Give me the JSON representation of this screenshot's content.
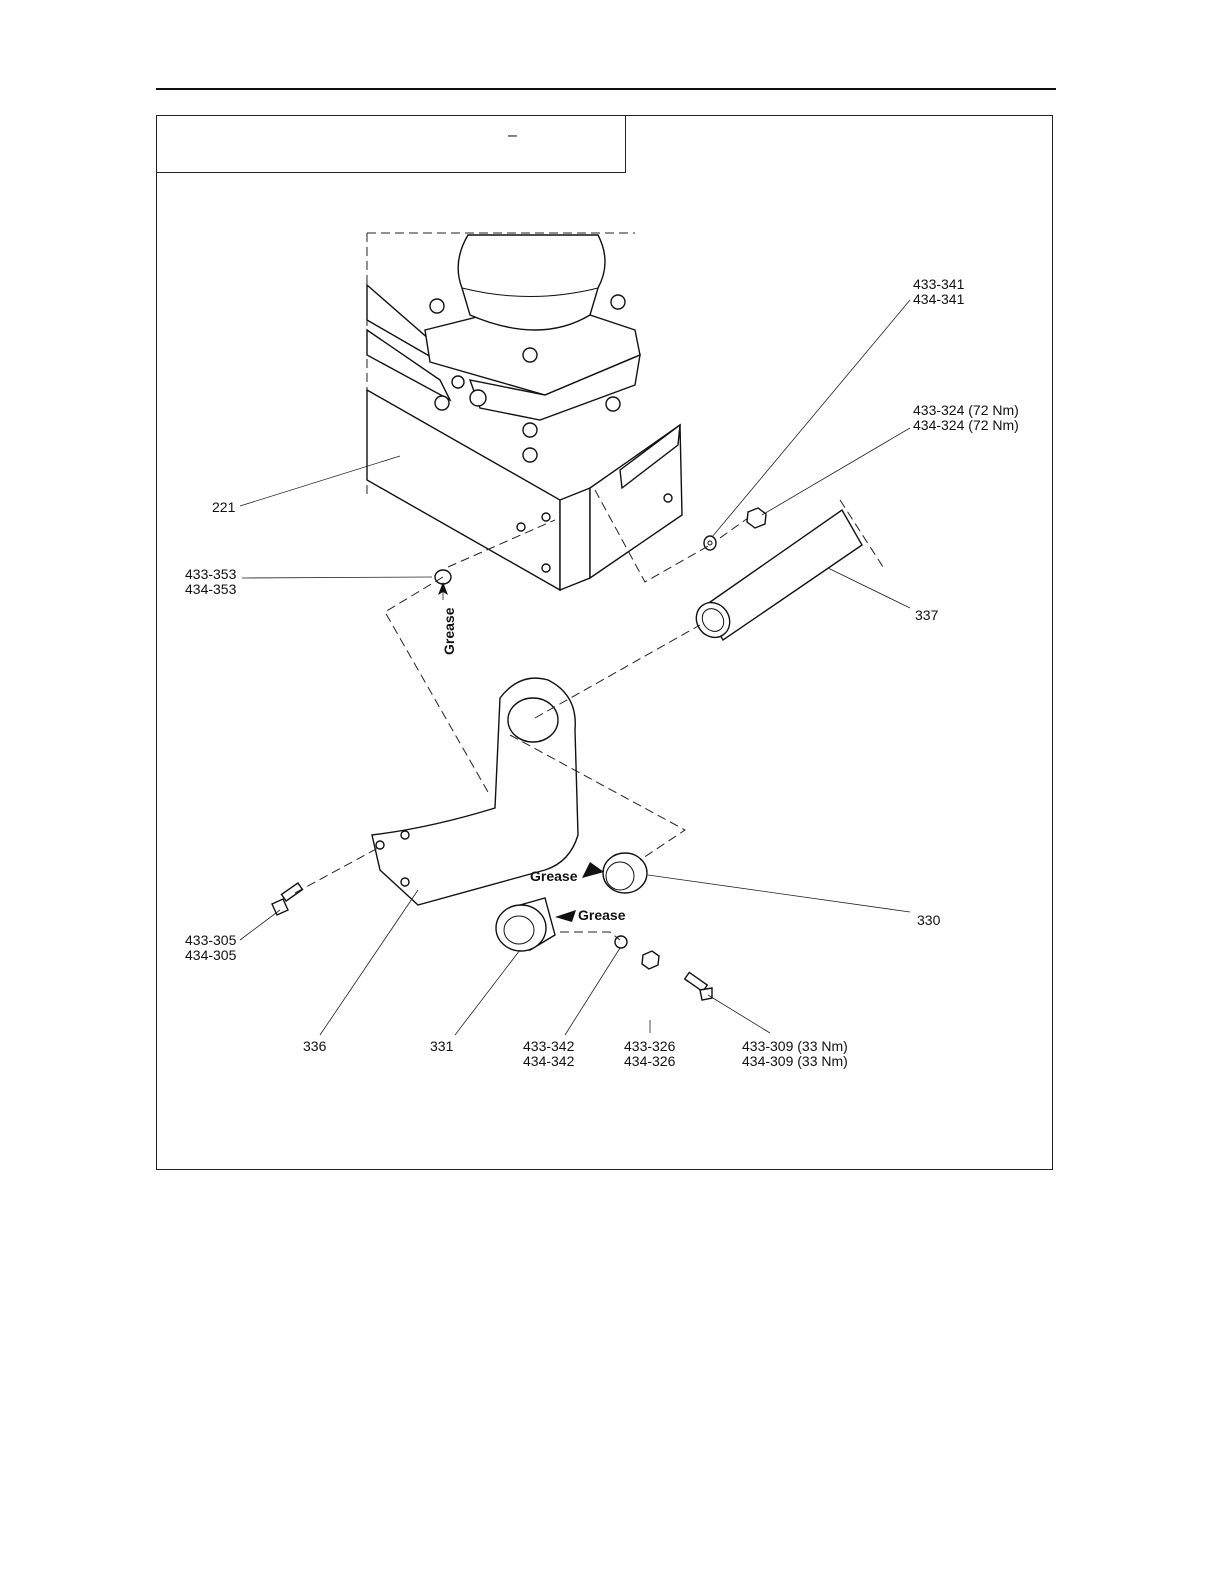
{
  "header": {
    "title_mark": "–"
  },
  "labels": {
    "frame": "221",
    "washer_a": "433-341",
    "washer_b": "434-341",
    "nut_top_a": "433-324 (72 Nm)",
    "nut_top_b": "434-324 (72 Nm)",
    "fitting_a": "433-353",
    "fitting_b": "434-353",
    "pivot_tube": "337",
    "bushing_right": "330",
    "bolt_left_a": "433-305",
    "bolt_left_b": "434-305",
    "arm": "336",
    "bushing_left": "331",
    "washer_small_a": "433-342",
    "washer_small_b": "434-342",
    "nut_small_a": "433-326",
    "nut_small_b": "434-326",
    "bolt_right_a": "433-309 (33 Nm)",
    "bolt_right_b": "434-309 (33 Nm)"
  },
  "grease_labels": {
    "fitting": "Grease",
    "bushing_right": "Grease",
    "bushing_left": "Grease"
  }
}
